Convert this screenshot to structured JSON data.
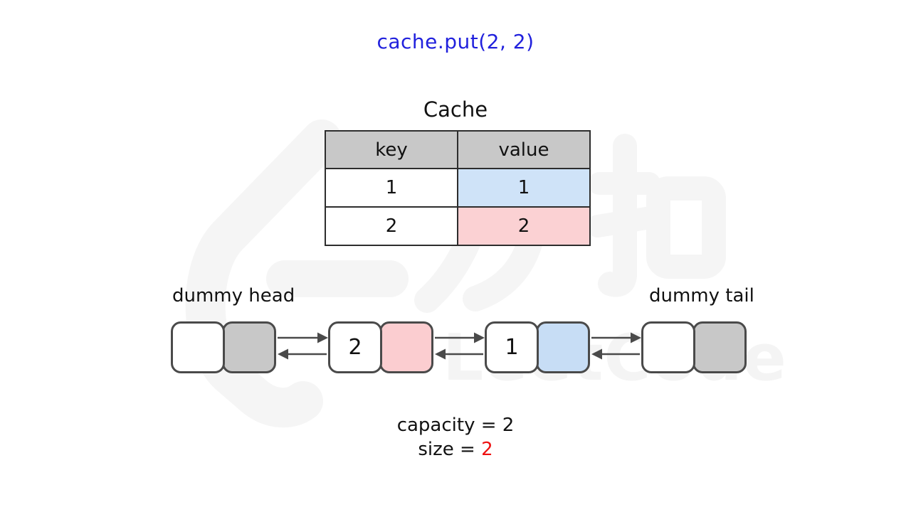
{
  "title": "cache.put(2, 2)",
  "table": {
    "caption": "Cache",
    "columns": [
      "key",
      "value"
    ],
    "rows": [
      {
        "key": "1",
        "value": "1",
        "value_bg": "#cfe3f8"
      },
      {
        "key": "2",
        "value": "2",
        "value_bg": "#fbd1d3"
      }
    ]
  },
  "list": {
    "head_label": "dummy head",
    "tail_label": "dummy tail",
    "nodes": [
      {
        "value": "",
        "fill": "#c8c8c8"
      },
      {
        "value": "2",
        "fill": "#fbcdd0"
      },
      {
        "value": "1",
        "fill": "#c7ddf5"
      },
      {
        "value": "",
        "fill": "#c8c8c8"
      }
    ]
  },
  "status": {
    "capacity_label": "capacity = 2",
    "size_label": "size = ",
    "size_value": "2",
    "size_value_color": "#ee1111"
  },
  "watermark": {
    "wordmark": "LeetCode",
    "cjk": "力扣",
    "color": "#f5f5f5"
  },
  "colors": {
    "title": "#2121dd",
    "text": "#111111",
    "table_border": "#2d2d2d",
    "header_bg": "#c8c8c8",
    "node_border": "#4a4a4a",
    "arrow": "#4a4a4a"
  }
}
